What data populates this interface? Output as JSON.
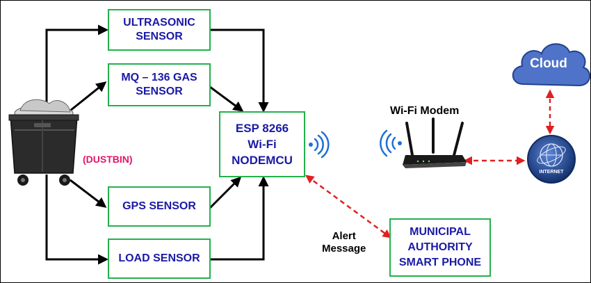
{
  "sensors": {
    "ultrasonic": [
      "ULTRASONIC",
      "SENSOR"
    ],
    "gas": [
      "MQ – 136 GAS",
      "SENSOR"
    ],
    "gps": "GPS SENSOR",
    "load": "LOAD SENSOR"
  },
  "controller": [
    "ESP 8266",
    "Wi-Fi",
    "NODEMCU"
  ],
  "dustbin_label": "(DUSTBIN)",
  "modem_label": "Wi-Fi Modem",
  "cloud_label": "Cloud",
  "internet_label": "INTERNET",
  "alert_label": [
    "Alert",
    "Message"
  ],
  "authority": [
    "MUNICIPAL",
    "AUTHORITY",
    "SMART PHONE"
  ],
  "colors": {
    "box_border": "#22b14c",
    "box_text": "#1a1aa6",
    "dustbin_text": "#e0156b",
    "wifi_waves": "#1f6fd6",
    "cloud_fill": "#4f73c9",
    "internet_globe": "#1a3f8a",
    "dashed_link": "#e02020"
  },
  "icons": [
    "dustbin-icon",
    "wifi-waves-icon",
    "router-icon",
    "cloud-icon",
    "internet-globe-icon"
  ]
}
